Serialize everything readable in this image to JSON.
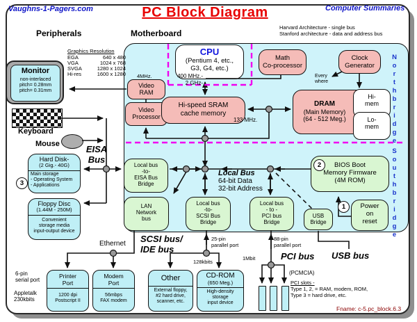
{
  "header": {
    "site": "Vaughns-1-Pagers.com",
    "title": "PC  Block Diagram",
    "brand": "Computer Summaries",
    "arch1": "Harvard Architecture - single bus",
    "arch2": "Stanford architecture - data and address bus",
    "peripherals": "Peripherals",
    "motherboard": "Motherboard"
  },
  "graphics": {
    "title": "Graphics Resolution",
    "rows": [
      {
        "name": "EGA",
        "res": "640 x 480"
      },
      {
        "name": "VGA",
        "res": "1024 x 768"
      },
      {
        "name": "SVGA",
        "res": "1280 x 1024"
      },
      {
        "name": "Hi-res",
        "res": "1600 x 1280"
      }
    ]
  },
  "monitor": {
    "title": "Monitor",
    "l1": "non-interlaced",
    "l2": "pitch= 0.28mm",
    "l3": "pitch= 0.31mm"
  },
  "peripherals": {
    "keyboard": "Keyboard",
    "mouse": "Mouse",
    "hard_disk": {
      "badge": "3",
      "t1": "Hard Disk-",
      "t2": "(2 Gig.- 40G)",
      "d1": "Main storage",
      "d2": "- Operating System",
      "d3": "- Applications"
    },
    "floppy": {
      "t1": "Floppy Disc",
      "t2": "(1.44M - 250M)",
      "d1": "Convenient",
      "d2": "storage media",
      "d3": "input-output device"
    },
    "printer": {
      "t1": "Printer",
      "t2": "Port",
      "d1": "1200 dpi",
      "d2": "Postscript II"
    },
    "modem": {
      "t1": "Modem",
      "t2": "Port",
      "d1": "56mbps",
      "d2": "FAX modem"
    },
    "other": {
      "t1": "Other",
      "d1": "External floppy,",
      "d2": "#2 hard drive,",
      "d3": "scanner, etc."
    },
    "cdrom": {
      "t1": "CD-ROM",
      "t2": "(650 Meg.)",
      "d1": "High-density",
      "d2": "storage",
      "d3": "input device"
    },
    "serial1": "6-pin",
    "serial2": "serial port",
    "apple1": "Appletalk",
    "apple2": "230kbits"
  },
  "mb": {
    "cpu": {
      "title": "CPU",
      "l1": "(Pentium 4, etc.,",
      "l2": "G3, G4, etc.)"
    },
    "math1": "Math",
    "math2": "Co-processor",
    "clock1": "Clock",
    "clock2": "Generator",
    "vram1": "Video",
    "vram2": "RAM",
    "vproc1": "Video",
    "vproc2": "Processor",
    "sram1": "Hi-speed SRAM",
    "sram2": "cache memory",
    "dram": {
      "t": "DRAM",
      "l1": "(Main Memory)",
      "l2": "(64 - 512 Meg.)",
      "hi1": "Hi-",
      "hi2": "mem",
      "lo1": "Lo-",
      "lo2": "mem"
    },
    "northbridge": "Northbridge",
    "southbridge": "Southbridge",
    "eisa_bridge": [
      "Local bus",
      "-to-",
      "EISA Bus",
      "Bridge"
    ],
    "lan": [
      "LAN",
      "Network",
      "bus"
    ],
    "scsi_bridge": [
      "Local bus",
      "-to-",
      "SCSI Bus",
      "Bridge"
    ],
    "pci_bridge": [
      "Local bus",
      "- to -",
      "PCI bus",
      "Bridge"
    ],
    "usb_bridge": [
      "USB",
      "Bridge"
    ],
    "bios": {
      "badge": "2",
      "l1": "BIOS Boot",
      "l2": "Memory Firmware",
      "l3": "(4M ROM)"
    },
    "power": {
      "badge": "1",
      "l1": "Power",
      "l2": "on",
      "l3": "reset"
    }
  },
  "buses": {
    "eisa1": "EISA",
    "eisa2": "Bus",
    "local": {
      "t": "Local Bus",
      "l1": "64-bit Data",
      "l2": "32-bit Address"
    },
    "scsi1": "SCSI bus/",
    "scsi2": "IDE bus",
    "pci": "PCI bus",
    "usb": "USB bus",
    "ethernet": "Ethernet",
    "mhz400": "400 MHz.-",
    "ghz2": "2 GHz-",
    "mhz133": "133 MHz.",
    "mhz4": "4MHz.",
    "every": "Every",
    "where": "where",
    "pin25a": "25-pin",
    "pin25b": "parallel port",
    "pin88a": "88-pin",
    "pin88b": "parallel port",
    "kb128": "128kbits",
    "mb1": "1Mbit"
  },
  "pcmcia": {
    "t": "(PCMCIA)",
    "l1": "PCI slots -",
    "l2": "Type 1, 2, = RAM, modem, ROM,",
    "l3": "Type 3 = hard drive, etc."
  },
  "footer": "Fname: c-5.pc_block.6.3"
}
